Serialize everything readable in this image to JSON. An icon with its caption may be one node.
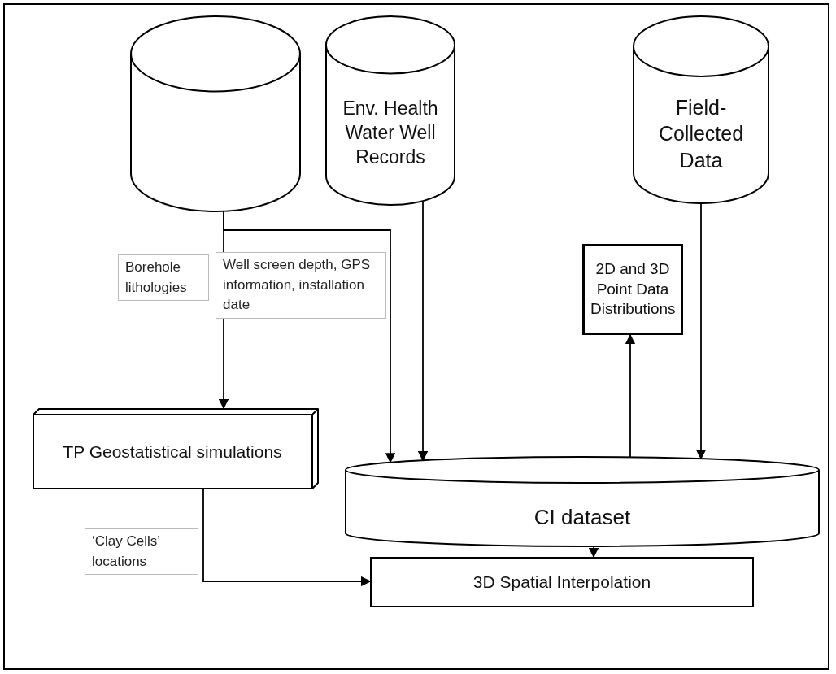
{
  "diagram": {
    "nodes": [
      {
        "text": [],
        "shape": "cylinder"
      },
      {
        "text": [
          "Env. Health Water Well Records"
        ]
      },
      {
        "text": [
          "Field-Collected Data"
        ]
      },
      {
        "text": [
          "2D and 3D Point Data Distributions"
        ]
      },
      {
        "text": [
          "TP Geostatistical simulations"
        ]
      },
      {
        "text": [
          "CI dataset"
        ]
      },
      {
        "text": [
          "3D Spatial Interpolation"
        ]
      }
    ],
    "edges": [
      {
        "from": 0,
        "to": 4,
        "arrow": "to",
        "label": "Borehole lithologies"
      },
      {
        "from": 0,
        "to": 5,
        "arrow": "to",
        "label": "Well  screen depth, GPS information, installation date"
      },
      {
        "from": 1,
        "to": 5,
        "arrow": "to"
      },
      {
        "from": 2,
        "to": 5,
        "arrow": "to"
      },
      {
        "from": 5,
        "to": 3,
        "arrow": "to"
      },
      {
        "from": 5,
        "to": 6,
        "arrow": "to"
      },
      {
        "from": 4,
        "to": 6,
        "arrow": "to",
        "label": "‘Clay Cells’ locations"
      }
    ]
  }
}
